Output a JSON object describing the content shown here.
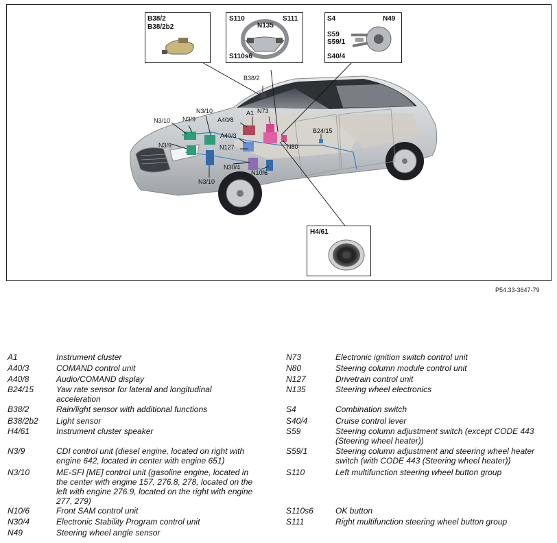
{
  "figure": {
    "code": "P54.33-3647-79",
    "insets": {
      "b38": [
        "B38/2",
        "B38/2b2"
      ],
      "wheel": {
        "top_left": "S110",
        "top_right": "S111",
        "center": "N135",
        "bottom": "S110s6"
      },
      "column": {
        "top_left": "S4",
        "top_right": "N49",
        "mid1": "S59",
        "mid2": "S59/1",
        "bottom": "S40/4"
      },
      "speaker": "H4/61"
    },
    "callouts": {
      "b38_2": "B38/2",
      "n3_10_top": "N3/10",
      "n3_10_left": "N3/10",
      "n3_9_top": "N3/9",
      "n3_9_left": "N3/9",
      "a1": "A1",
      "n73": "N73",
      "a40_8": "A40/8",
      "a40_3": "A40/3",
      "b24_15": "B24/15",
      "n127": "N127",
      "n80": "N80",
      "n30_4": "N30/4",
      "n10_6": "N10/6",
      "n3_10_bottom": "N3/10"
    }
  },
  "legend": {
    "left": [
      {
        "code": "A1",
        "desc": "Instrument cluster"
      },
      {
        "code": "A40/3",
        "desc": "COMAND control unit"
      },
      {
        "code": "A40/8",
        "desc": "Audio/COMAND display"
      },
      {
        "code": "B24/15",
        "desc": "Yaw rate sensor for lateral and longitudinal acceleration"
      },
      {
        "code": "B38/2",
        "desc": "Rain/light sensor with additional functions"
      },
      {
        "code": "B38/2b2",
        "desc": "Light sensor"
      },
      {
        "code": "H4/61",
        "desc": "Instrument cluster speaker"
      },
      {
        "code": "N3/9",
        "desc": "CDI control unit (diesel engine, located on right with engine 642, located in center with engine 651)"
      },
      {
        "code": "N3/10",
        "desc": "ME-SFI [ME] control unit (gasoline engine, located in the center with engine 157, 276.8, 278, located on the left with engine 276.9, located on the right with engine 277, 279)"
      },
      {
        "code": "N10/6",
        "desc": "Front SAM control unit"
      },
      {
        "code": "N30/4",
        "desc": "Electronic Stability Program control unit"
      },
      {
        "code": "N49",
        "desc": "Steering wheel angle sensor"
      }
    ],
    "right": [
      {
        "code": "N73",
        "desc": "Electronic ignition switch control unit"
      },
      {
        "code": "N80",
        "desc": "Steering column module control unit"
      },
      {
        "code": "N127",
        "desc": "Drivetrain control unit"
      },
      {
        "code": "N135",
        "desc": "Steering wheel electronics"
      },
      {
        "code": "S4",
        "desc": "Combination switch"
      },
      {
        "code": "S40/4",
        "desc": "Cruise control lever"
      },
      {
        "code": "S59",
        "desc": "Steering column adjustment switch (except CODE 443 (Steering wheel heater))"
      },
      {
        "code": "S59/1",
        "desc": "Steering column adjustment and steering wheel heater switch (with CODE 443 (Steering wheel heater))"
      },
      {
        "code": "S110",
        "desc": "Left multifunction steering wheel button group"
      },
      {
        "code": "S110s6",
        "desc": "OK button"
      },
      {
        "code": "S111",
        "desc": "Right multifunction steering wheel button group"
      }
    ]
  }
}
